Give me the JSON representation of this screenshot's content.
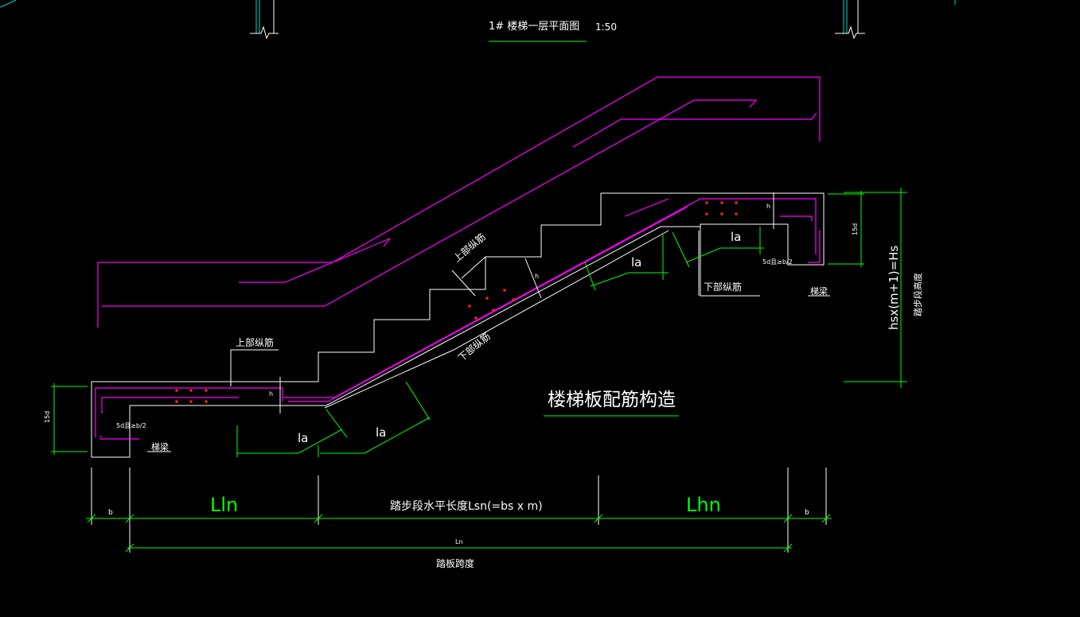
{
  "header": {
    "title": "1# 楼梯一层平面图",
    "scale": "1:50"
  },
  "drawing": {
    "main_title": "楼梯板配筋构造",
    "labels": {
      "upper_bar_left": "上部纵筋",
      "upper_bar_mid": "上部纵筋",
      "lower_bar_mid": "下部纵筋",
      "lower_bar_right": "下部纵筋",
      "beam_left": "梯梁",
      "beam_right": "梯梁",
      "h_left": "h",
      "h_mid": "h",
      "h_right": "h",
      "anchor_left": "5d且≥b/2",
      "anchor_right": "5d且≥b/2",
      "dim_15d_left": "15d",
      "dim_15d_right": "15d",
      "la_1": "la",
      "la_2": "la",
      "la_3": "la",
      "la_4": "la"
    },
    "dimensions": {
      "b_left": "b",
      "b_right": "b",
      "lln": "Lln",
      "lsn": "踏步段水平长度Lsn(=bs x m)",
      "lhn": "Lhn",
      "ln": "Ln",
      "span": "踏板跨度",
      "height_formula": "hsx(m+1)=Hs",
      "height_label": "踏步段高度"
    }
  },
  "colors": {
    "background": "#000000",
    "outline": "#ffffff",
    "rebar": "#ff00ff",
    "dimension": "#00ff00",
    "frame": "#00d7d7",
    "rebar_dot": "#ff2020"
  }
}
